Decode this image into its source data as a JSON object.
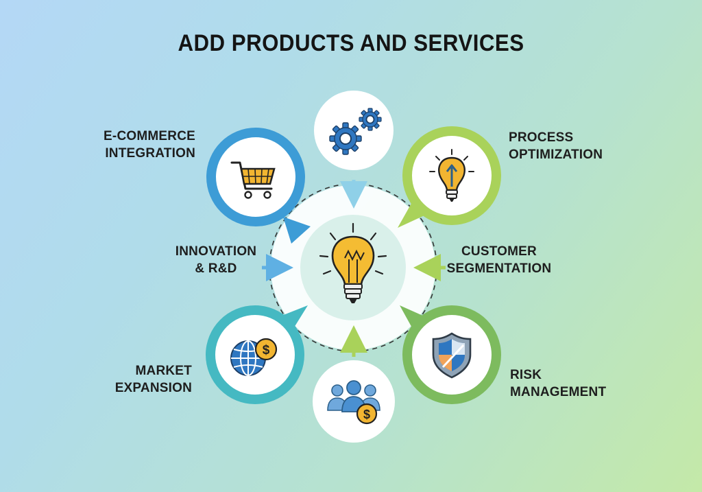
{
  "title": "ADD PRODUCTS AND SERVICES",
  "center": {
    "icon": "lightbulb-icon"
  },
  "nodes": [
    {
      "id": "ecommerce",
      "lines": [
        "E-COMMERCE",
        "INTEGRATION"
      ],
      "icon": "shopping-cart-icon",
      "ring_color": "#3d9cd6"
    },
    {
      "id": "operations",
      "lines": [],
      "icon": "gears-icon",
      "ring_color": "#ffffff"
    },
    {
      "id": "process",
      "lines": [
        "PROCESS",
        "OPTIMIZATION"
      ],
      "icon": "lightbulb-arrow-icon",
      "ring_color": "#a9d25a"
    },
    {
      "id": "innovation",
      "lines": [
        "INNOVATION",
        "& R&D"
      ],
      "icon": "",
      "ring_color": "#4aa7dd"
    },
    {
      "id": "customer",
      "lines": [
        "CUSTOMER",
        "SEGMENTATION"
      ],
      "icon": "",
      "ring_color": "#a9d25a"
    },
    {
      "id": "market",
      "lines": [
        "MARKET",
        "EXPANSION"
      ],
      "icon": "globe-dollar-icon",
      "ring_color": "#45b9c2"
    },
    {
      "id": "customers",
      "lines": [],
      "icon": "people-dollar-icon",
      "ring_color": "#ffffff"
    },
    {
      "id": "risk",
      "lines": [
        "RISK",
        "MANAGEMENT"
      ],
      "icon": "shield-icon",
      "ring_color": "#7dbb5e"
    }
  ],
  "colors": {
    "blue": "#3d9cd6",
    "teal": "#45b9c2",
    "green": "#7dbb5e",
    "lime": "#a9d25a",
    "gold": "#f2b531",
    "navy": "#2b5f8a"
  }
}
